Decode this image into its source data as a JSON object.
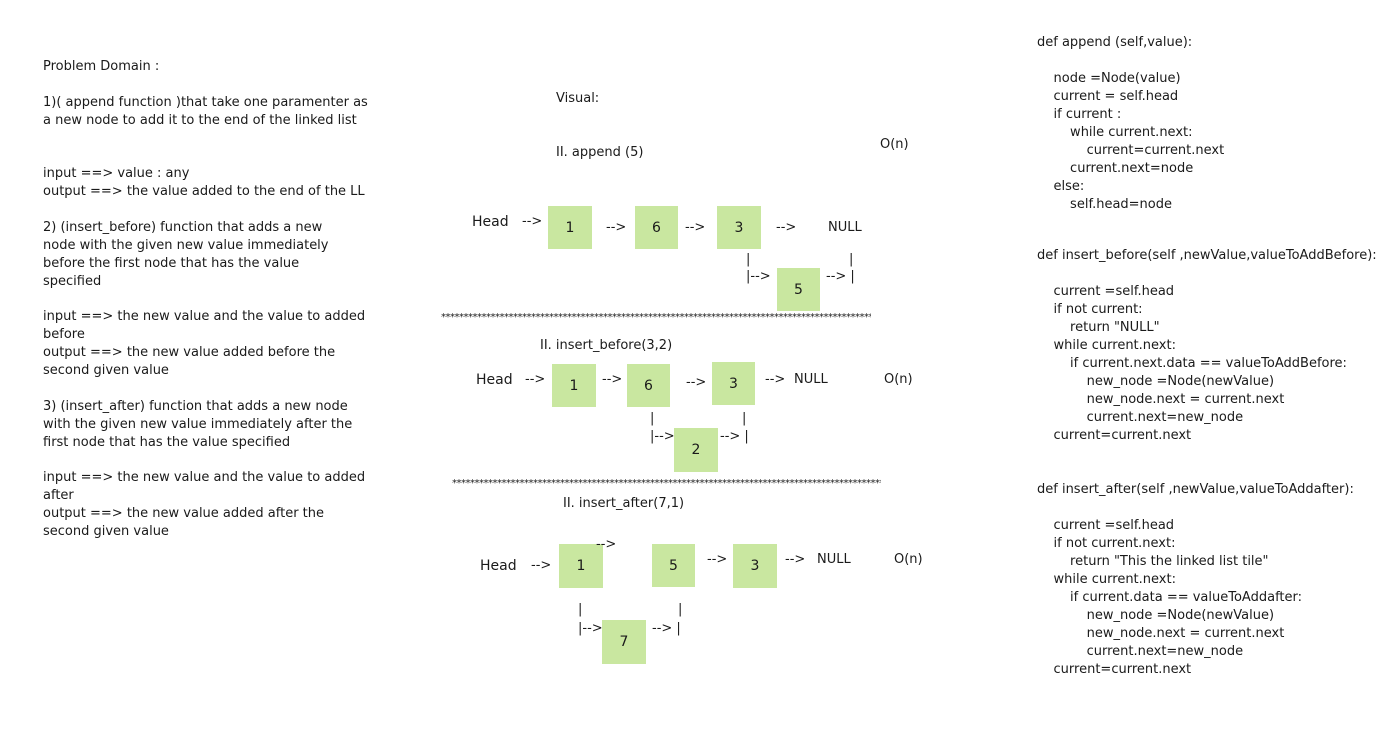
{
  "problem": {
    "title": "Problem Domain :",
    "p1": "1)( append function )that take one paramenter as a new node to add it to the end of the linked list",
    "p1_in": "input ==> value : any",
    "p1_out": "output ==> the value added to the end of the LL",
    "p2": "2) (insert_before) function that adds a new node with the given new value immediately before the first node that has the value specified",
    "p2_in": "input ==> the new value and the value to added before",
    "p2_out": "output ==> the new value added before the second given value",
    "p3": "3) (insert_after) function that adds a new node with the given new value immediately after the first node that has the value specified",
    "p3_in": "input ==> the new value and the value to added after",
    "p3_out": "output ==> the new value added after the second given value"
  },
  "visual": {
    "label": "Visual:",
    "stars": "*****************************************************************************************************************",
    "d1": {
      "title": "II. append (5)",
      "big_o": "O(n)",
      "head": "Head",
      "a1": "-->",
      "n1": "1",
      "a2": "-->",
      "n2": "6",
      "a3": "-->",
      "n3": "3",
      "a4": "-->",
      "null": "NULL",
      "bar": "|",
      "bar_arrow_l": "|-->",
      "bar_arrow_r": "--> |",
      "new": "5"
    },
    "d2": {
      "title": "II. insert_before(3,2)",
      "big_o": "O(n)",
      "head": "Head",
      "a1": "-->",
      "n1": "1",
      "a2": "-->",
      "n2": "6",
      "a3": "-->",
      "n3": "3",
      "a4": "-->",
      "null": "NULL",
      "bar": "|",
      "bar_arrow_l": "|-->",
      "bar_arrow_r": "--> |",
      "new": "2"
    },
    "d3": {
      "title": "II. insert_after(7,1)",
      "big_o": "O(n)",
      "head": "Head",
      "a1": "-->",
      "n1": "1",
      "a2": "-->",
      "n2": "5",
      "a3": "-->",
      "n3": "3",
      "a4": "-->",
      "null": "NULL",
      "bar": "|",
      "bar_arrow_l": "|-->",
      "bar_arrow_r": "--> |",
      "new": "7"
    }
  },
  "code": {
    "append": [
      "def append (self,value):",
      "",
      "    node =Node(value)",
      "    current = self.head",
      "    if current :",
      "        while current.next:",
      "            current=current.next",
      "        current.next=node",
      "    else:",
      "        self.head=node"
    ],
    "insert_before": [
      "def insert_before(self ,newValue,valueToAddBefore):",
      "",
      "    current =self.head",
      "    if not current:",
      "        return \"NULL\"",
      "    while current.next:",
      "        if current.next.data == valueToAddBefore:",
      "            new_node =Node(newValue)",
      "            new_node.next = current.next",
      "            current.next=new_node",
      "    current=current.next"
    ],
    "insert_after": [
      "def insert_after(self ,newValue,valueToAddafter):",
      "",
      "    current =self.head",
      "    if not current.next:",
      "        return \"This the linked list tile\"",
      "    while current.next:",
      "        if current.data == valueToAddafter:",
      "            new_node =Node(newValue)",
      "            new_node.next = current.next",
      "            current.next=new_node",
      "    current=current.next"
    ]
  }
}
